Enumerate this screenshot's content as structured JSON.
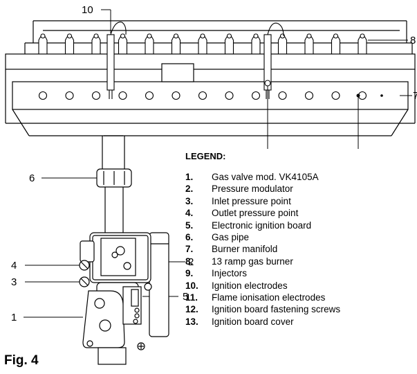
{
  "figure": {
    "title": "Fig. 4",
    "callouts": [
      "10",
      "8",
      "7",
      "6",
      "2",
      "4",
      "3",
      "5",
      "1"
    ],
    "legend": {
      "title": "LEGEND:",
      "items": [
        {
          "num": "1.",
          "text": "Gas valve mod. VK4105A"
        },
        {
          "num": "2.",
          "text": "Pressure modulator"
        },
        {
          "num": "3.",
          "text": "Inlet pressure point"
        },
        {
          "num": "4.",
          "text": "Outlet pressure point"
        },
        {
          "num": "5.",
          "text": "Electronic ignition board"
        },
        {
          "num": "6.",
          "text": "Gas pipe"
        },
        {
          "num": "7.",
          "text": "Burner manifold"
        },
        {
          "num": "8.",
          "text": "13 ramp gas burner"
        },
        {
          "num": "9.",
          "text": "Injectors"
        },
        {
          "num": "10.",
          "text": "Ignition electrodes"
        },
        {
          "num": "11.",
          "text": "Flame ionisation electrodes"
        },
        {
          "num": "12.",
          "text": "Ignition board fastening screws"
        },
        {
          "num": "13.",
          "text": "Ignition board cover"
        }
      ]
    }
  }
}
